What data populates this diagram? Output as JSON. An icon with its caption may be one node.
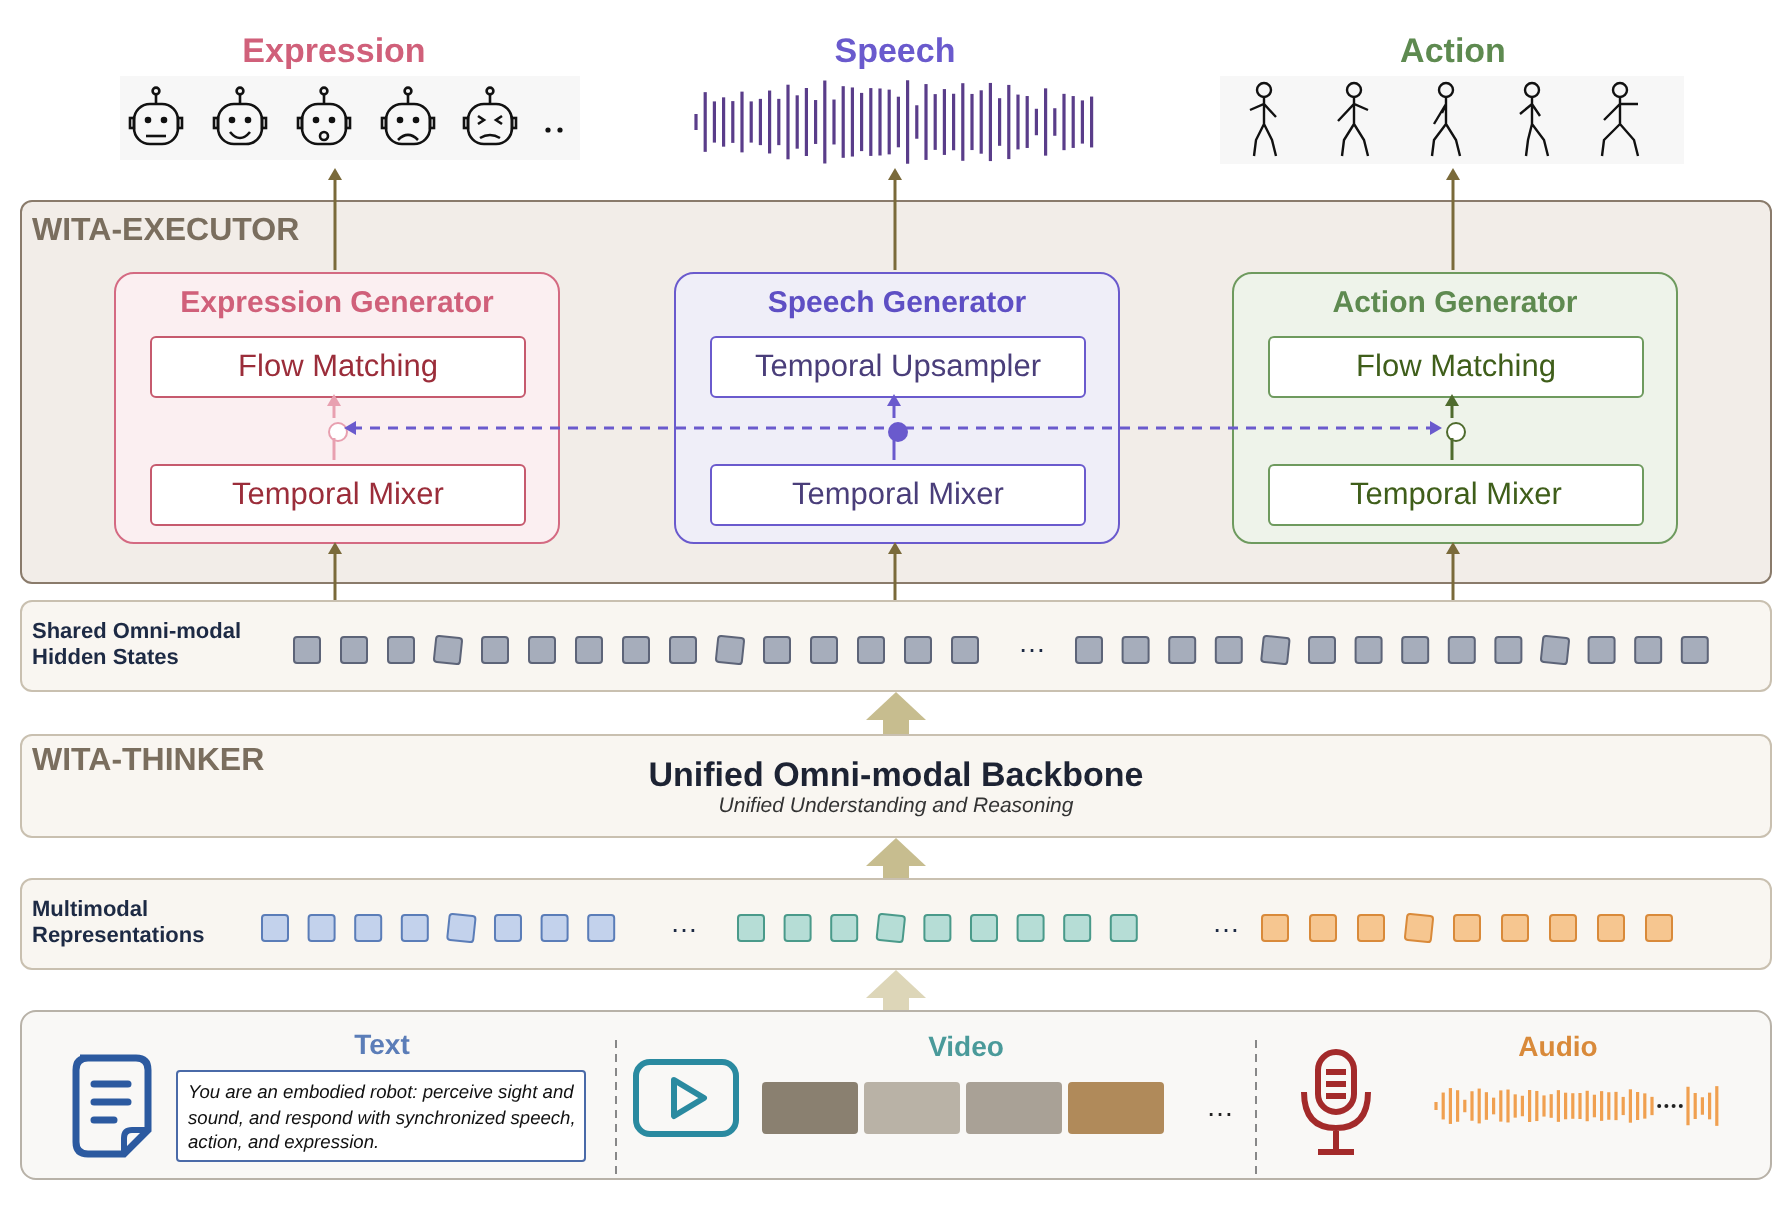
{
  "diagram": {
    "nodes": [
      {
        "text": [
          "Expression"
        ]
      },
      {
        "text": [
          "Speech"
        ]
      },
      {
        "text": [
          "Action"
        ]
      },
      {
        "text": [
          "WITA-EXECUTOR"
        ]
      },
      {
        "text": [
          "Expression Generator"
        ],
        "in": 3
      },
      {
        "text": [
          "Flow Matching"
        ],
        "in": 4
      },
      {
        "text": [],
        "shape": "circle",
        "in": 4
      },
      {
        "text": [
          "Temporal Mixer"
        ],
        "in": 4
      },
      {
        "text": [
          "Speech Generator"
        ],
        "in": 3
      },
      {
        "text": [
          "Temporal Upsampler"
        ],
        "in": 8
      },
      {
        "text": [],
        "shape": "circle",
        "in": 8
      },
      {
        "text": [
          "Temporal Mixer"
        ],
        "in": 8
      },
      {
        "text": [
          "Action Generator"
        ],
        "in": 3
      },
      {
        "text": [
          "Flow Matching"
        ],
        "in": 12
      },
      {
        "text": [],
        "shape": "circle",
        "in": 12
      },
      {
        "text": [
          "Temporal Mixer"
        ],
        "in": 12
      },
      {
        "text": [
          "Shared Omni-modal Hidden States",
          "…"
        ]
      },
      {
        "text": [
          "WITA-THINKER",
          "Unified Omni-modal Backbone",
          "Unified Understanding and Reasoning"
        ]
      },
      {
        "text": [
          "Multimodal Representations",
          "…",
          "…"
        ]
      },
      {
        "text": [
          "Text",
          "Video",
          "…",
          "Audio"
        ]
      },
      {
        "text": [
          "You are an embodied robot: perceive sight and sound, and respond with synchronized speech, action, and expression."
        ],
        "in": 19
      }
    ],
    "edges": [
      {
        "from": 4,
        "to": 0,
        "arrow": "to"
      },
      {
        "from": 8,
        "to": 1,
        "arrow": "to"
      },
      {
        "from": 12,
        "to": 2,
        "arrow": "to"
      },
      {
        "from": 7,
        "to": 6,
        "arrow": "none",
        "color": "#e8a0b0"
      },
      {
        "from": 6,
        "to": 5,
        "arrow": "to",
        "color": "#e8a0b0"
      },
      {
        "from": 11,
        "to": 10,
        "arrow": "none",
        "color": "#6a5acd"
      },
      {
        "from": 10,
        "to": 9,
        "arrow": "to",
        "color": "#6a5acd"
      },
      {
        "from": 15,
        "to": 14,
        "arrow": "none",
        "color": "#4f6b2e"
      },
      {
        "from": 14,
        "to": 13,
        "arrow": "to",
        "color": "#4f6b2e"
      },
      {
        "from": 10,
        "to": 6,
        "arrow": "to",
        "style": "dashed",
        "color": "#6a5acd"
      },
      {
        "from": 10,
        "to": 14,
        "arrow": "to",
        "style": "dashed",
        "color": "#6a5acd"
      },
      {
        "from": 16,
        "to": 4,
        "arrow": "to"
      },
      {
        "from": 16,
        "to": 8,
        "arrow": "to"
      },
      {
        "from": 16,
        "to": 12,
        "arrow": "to"
      },
      {
        "from": 17,
        "to": 16,
        "arrow": "to",
        "style": "thick",
        "color": "#c7bd8f"
      },
      {
        "from": 18,
        "to": 17,
        "arrow": "to",
        "style": "thick",
        "color": "#c7bd8f"
      },
      {
        "from": 19,
        "to": 18,
        "arrow": "to",
        "style": "thick",
        "color": "#ddd6b8"
      }
    ]
  }
}
